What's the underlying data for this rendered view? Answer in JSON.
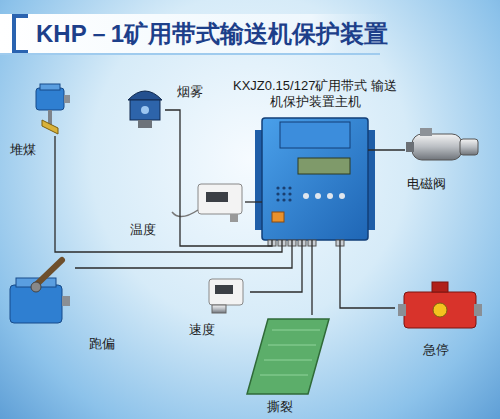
{
  "diagram": {
    "title": "KHP－1矿用带式输送机保护装置",
    "nodes": [
      {
        "text": [
          "堆煤"
        ]
      },
      {
        "text": [
          "烟雾"
        ]
      },
      {
        "text": [
          "KXJZ0.15/127矿用带式 输送机保护装置主机"
        ]
      },
      {
        "text": [
          "电磁阀"
        ]
      },
      {
        "text": [
          "温度"
        ]
      },
      {
        "text": [
          "跑偏"
        ]
      },
      {
        "text": [
          "速度"
        ]
      },
      {
        "text": [
          "撕裂"
        ]
      },
      {
        "text": [
          "急停"
        ]
      }
    ],
    "edges": [
      {
        "from": 0,
        "to": 2,
        "arrow": "none"
      },
      {
        "from": 1,
        "to": 2,
        "arrow": "none"
      },
      {
        "from": 3,
        "to": 2,
        "arrow": "none"
      },
      {
        "from": 4,
        "to": 2,
        "arrow": "none"
      },
      {
        "from": 5,
        "to": 2,
        "arrow": "none"
      },
      {
        "from": 6,
        "to": 2,
        "arrow": "none"
      },
      {
        "from": 7,
        "to": 2,
        "arrow": "none"
      },
      {
        "from": 8,
        "to": 2,
        "arrow": "none"
      }
    ]
  }
}
